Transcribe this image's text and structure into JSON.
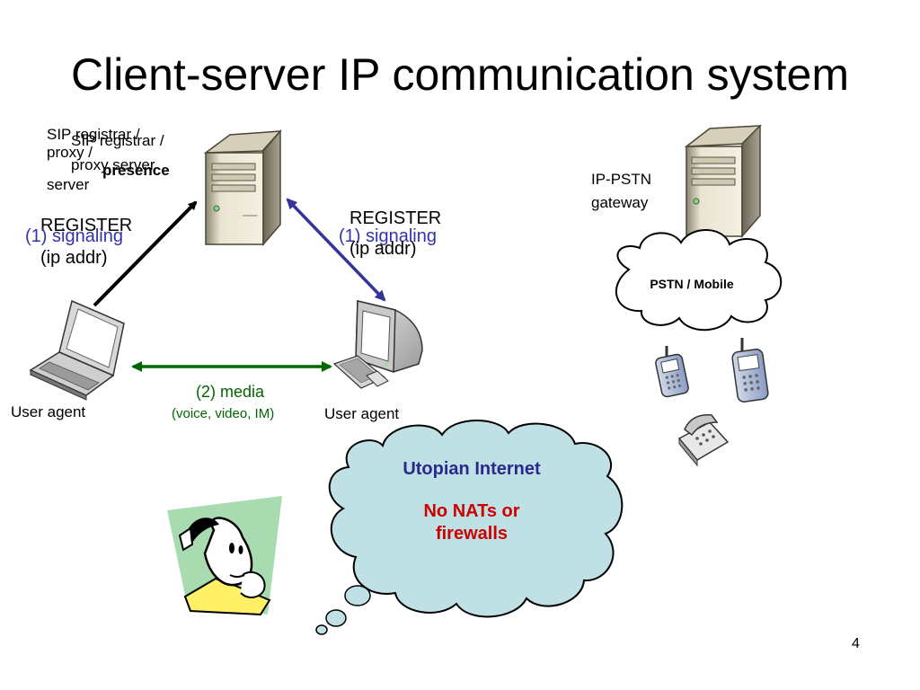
{
  "slide": {
    "title": "Client-server IP communication system",
    "page_number": "4"
  },
  "server": {
    "label_back_line1": "SIP registrar /",
    "label_back_line2": "proxy /",
    "label_back_line3": "server",
    "label_front_line1": "SIP registrar /",
    "label_front_line2": "proxy server",
    "label_front_bold": "presence"
  },
  "left_link": {
    "register": "REGISTER",
    "signaling": "(1) signaling",
    "ip_addr": "(ip addr)"
  },
  "right_link": {
    "register": "REGISTER",
    "signaling": "(1) signaling",
    "ip_addr": "(ip addr)"
  },
  "media": {
    "label": "(2) media",
    "sublabel": "(voice, video, IM)"
  },
  "user_agent_left": "User agent",
  "user_agent_right": "User agent",
  "gateway": {
    "line1": "IP-PSTN",
    "line2": "gateway"
  },
  "pstn_cloud": "PSTN / Mobile",
  "thought_bubble": {
    "line1": "Utopian Internet",
    "line2": "No NATs or",
    "line3": "firewalls"
  },
  "colors": {
    "signaling": "#3333aa",
    "media": "#006600",
    "cloud_fill": "#bfe0e4",
    "alert": "#cc0000"
  }
}
